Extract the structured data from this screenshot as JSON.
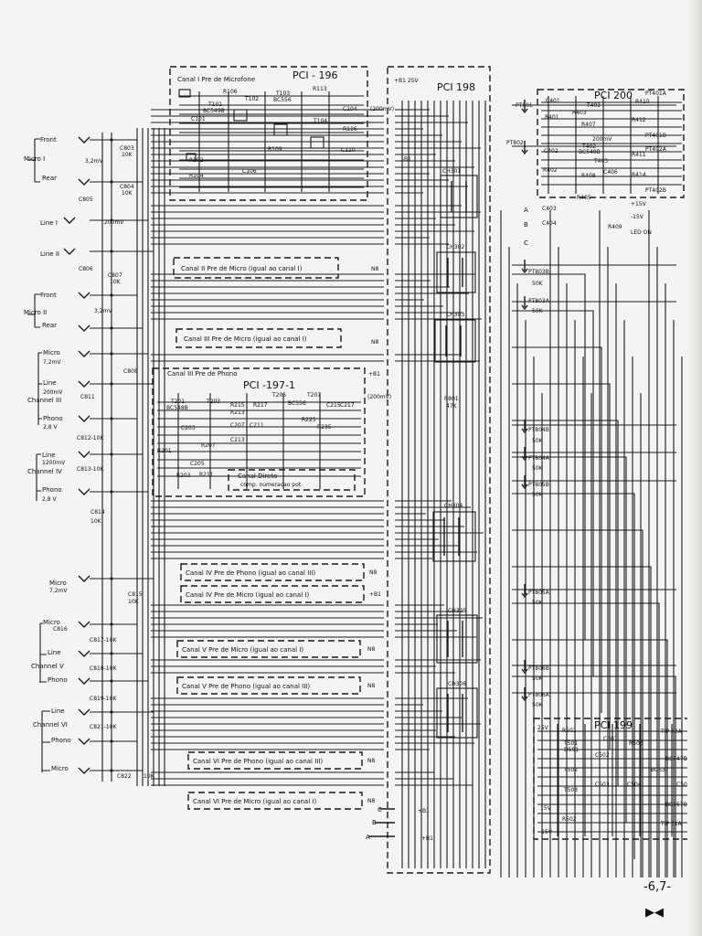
{
  "boards": {
    "pci196": "PCI - 196",
    "pci198": "PCI 198",
    "pci200": "PCI 200",
    "pci197": "PCI -197-1",
    "pci199": "PCI 199"
  },
  "preamp_notes": {
    "ch1": "Canal I  Pre de Microfone",
    "ch2": "Canal II  Pre de Micro (igual ao canal I)",
    "ch3": "Canal III  Pre de Micro (igual ao canal I)",
    "ch3_phono": "Canal III  Pre de Phono",
    "direct1": "Canal Direto",
    "direct2": "comp. numeracao pot.",
    "ch4_phono": "Canal IV  Pre de Phono (igual ao canal III)",
    "ch4_micro": "Canal IV  Pre de Micro (igual ao canal I)",
    "ch5_micro": "Canal V  Pre de Micro (igual ao canal I)",
    "ch5_phono": "Canal V  Pre de Phono (igual ao canal III)",
    "ch6_phono": "Canal VI  Pre de Phono (igual ao canal III)",
    "ch6_micro": "Canal VI  Pre de Micro (igual ao canal I)"
  },
  "inputs": {
    "front": "Front",
    "micro1": "Micro I",
    "v32": "3,2mV",
    "rear": "Rear",
    "line1": "Line I",
    "v200": "200mV",
    "line2": "Line II",
    "front2": "Front",
    "micro2": "Micro II",
    "v32b": "3,2mV",
    "rear2": "Rear",
    "micro3": "Micro",
    "v72": "7,2mV",
    "line3": "Line",
    "v200b": "200mV",
    "channel3": "Channel III",
    "phono3": "Phono",
    "v28": "2,8 V",
    "line4": "Line",
    "v1200": "1200mV",
    "channel4": "Channel IV",
    "phono4": "Phono",
    "v28b": "2,8 V",
    "micro4": "Micro",
    "v72b": "7,2mV",
    "micro5": "Micro",
    "line5": "Line",
    "channel5": "Channel V",
    "phono5": "Phono",
    "line6": "Line",
    "channel6": "Channel VI",
    "phono6": "Phono",
    "micro6": "Micro"
  },
  "components": {
    "c803": "C803",
    "r10k_a": "10K",
    "c804": "C804",
    "r10k_b": "10K",
    "c805": "C805",
    "c806": "C806",
    "c807": "C807",
    "r10k_c": "10K",
    "c808": "C808",
    "c811": "C811",
    "c812": "C812-10K",
    "c813": "C813-10K",
    "c814": "C814",
    "r10k_d": "10K",
    "c815": "C815",
    "r10k_e": "10K",
    "c816": "C816",
    "c817": "C817-10K",
    "c818": "C818-10K",
    "c819": "C819-10K",
    "c821": "C821-10K",
    "c822": "C822",
    "r10k_f": "10K",
    "t101": "T101",
    "bc549": "BC549B",
    "t102": "T102",
    "t103": "T103",
    "bc556": "BC556",
    "t104": "T104",
    "r106": "R106",
    "r102": "R102",
    "r104": "R104",
    "r109": "R109",
    "r113": "R113",
    "r116": "R116",
    "c101": "C101",
    "c104": "C104",
    "c106": "C106",
    "c110": "C110",
    "t201": "T201",
    "t202": "T202",
    "t203": "T203",
    "t205": "T205",
    "t207": "T207",
    "bc548b": "BC548B",
    "bc556b": "BC556",
    "r201": "R201",
    "r203": "R203",
    "r207": "R207",
    "r211": "R211",
    "r213": "R213",
    "r215": "R215",
    "r217": "R217",
    "r225": "R225",
    "r235": "R235",
    "c203": "C203",
    "c205": "C205",
    "c207": "C207",
    "c211": "C211",
    "c213": "C213",
    "c215": "C215",
    "c217": "C217",
    "t401": "T401",
    "t402": "T402",
    "t403": "T403",
    "bc548": "BC548B",
    "r401": "R401",
    "r402": "R402",
    "r403": "R403",
    "r405": "R405",
    "r407": "R407",
    "r408": "R408",
    "r409": "R409",
    "r410": "R410",
    "r411": "R411",
    "r412": "R412",
    "r414": "R414",
    "c401": "C401",
    "c402": "C402",
    "c403": "C403",
    "c404": "C404",
    "c406": "C406",
    "pt401a": "PT401A",
    "pt401b": "PT401B",
    "pt402a": "PT402A",
    "pt402b": "PT402B",
    "pt801": "PT801",
    "pt802": "PT802",
    "pt803b": "PT803B",
    "pt803a": "PT803A",
    "pt804b": "PT804B",
    "pt804a": "PT804A",
    "pt805b": "PT805B",
    "pt805a": "PT805A",
    "pt806b": "PT806B",
    "pt806a": "PT806A",
    "r50k": "50K",
    "r801": "R801",
    "r801v": "47K",
    "ch301": "CH301",
    "ch302": "CH302",
    "ch303": "CH303",
    "ch304": "CH304",
    "ch305": "CH305",
    "ch306": "CH306",
    "t501": "T501",
    "t502": "T502",
    "t503": "T503",
    "d501": "D501",
    "r501": "R501",
    "r502": "R502",
    "r503": "R503",
    "c501": "C501",
    "c502": "C502",
    "c503": "C503",
    "c504": "C504",
    "c505": "C505",
    "bc547": "BC547B",
    "bc557": "BC557B",
    "tip31a": "TIP 31A",
    "tip32a": "TIP 32A",
    "bc637": "BC637",
    "v25": "25V",
    "v15": "15V",
    "v15n": "-15V"
  },
  "nets": {
    "b1_25v": "+B1 25V",
    "v200mv": "(200mV)",
    "b1": "+B1",
    "b2": "-B1",
    "n8": "N8",
    "v15p": "+15V",
    "v15m": "-15V",
    "led_on": "LED ON",
    "a": "A",
    "b": "B",
    "c": "C",
    "v200mv2": "200mV"
  },
  "page": {
    "number": "-6,7-",
    "marks": "▶◀"
  }
}
